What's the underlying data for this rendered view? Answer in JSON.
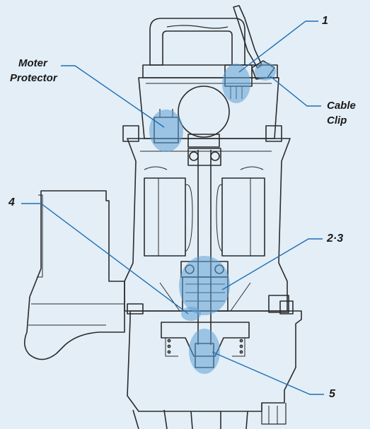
{
  "labels": {
    "moter_protector_1": "Moter",
    "moter_protector_2": "Protector",
    "num_1": "1",
    "cable_clip_1": "Cable",
    "cable_clip_2": "Clip",
    "num_4": "4",
    "num_2_3": "2·3",
    "num_5": "5"
  },
  "colors": {
    "background": "#e3eef7",
    "line": "#2b2b2b",
    "highlight": "#5fa0d6",
    "leader": "#1f6fb5"
  }
}
